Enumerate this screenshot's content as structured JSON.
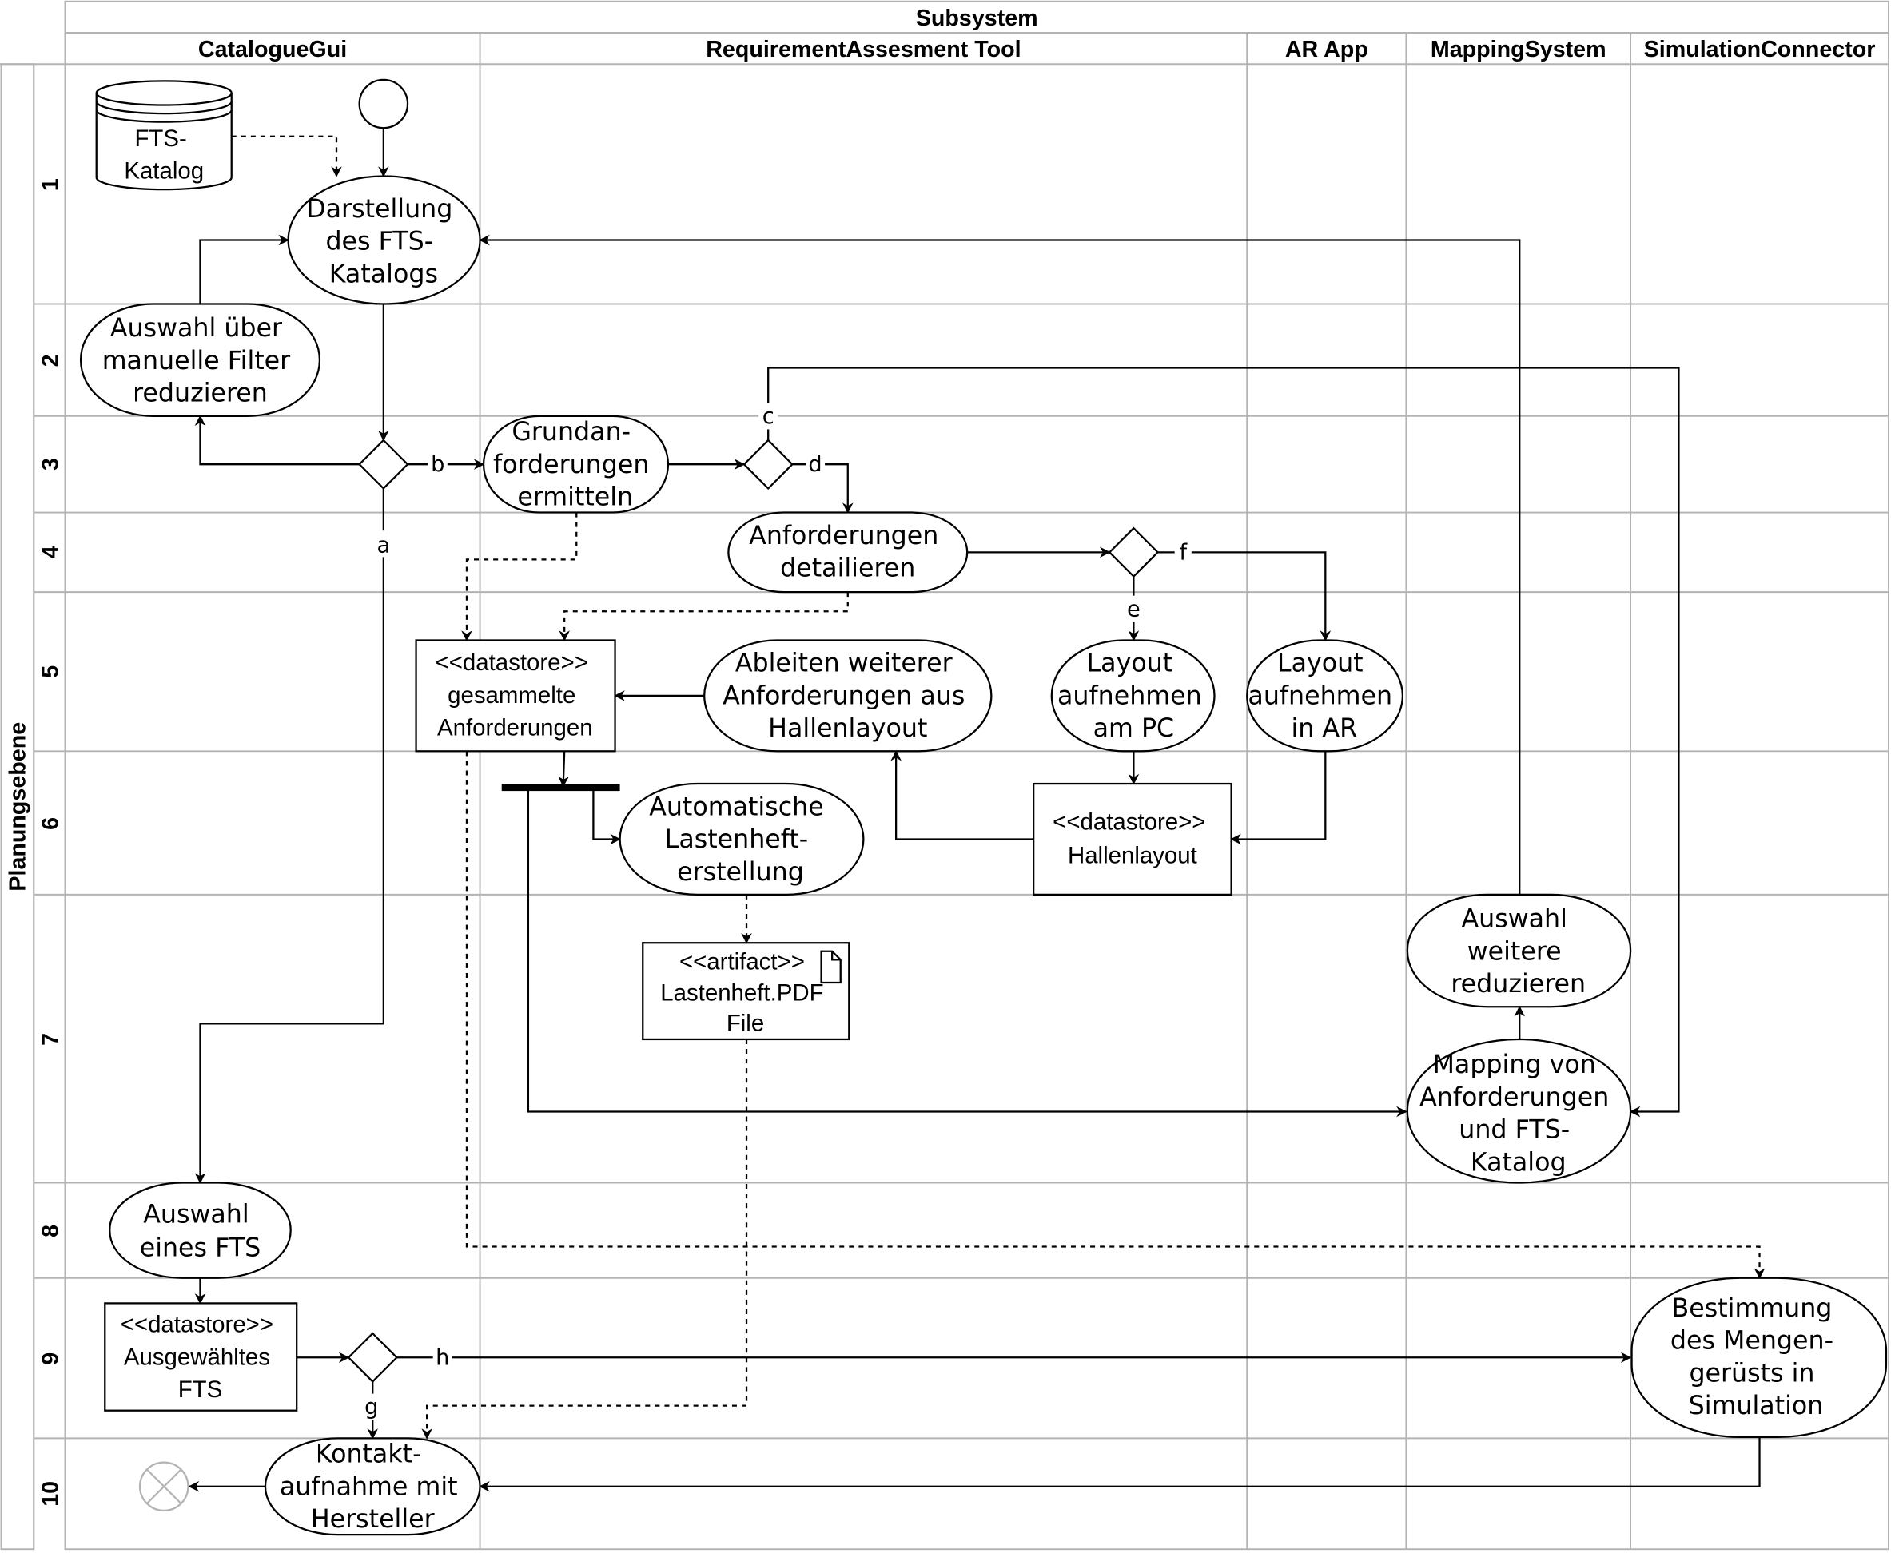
{
  "diagram": {
    "pool_title": "Subsystem",
    "vertical_title": "Planungsebene",
    "lanes": [
      {
        "id": "catalogue-gui",
        "label": "CatalogueGui"
      },
      {
        "id": "requirement-tool",
        "label": "RequirementAssesment Tool"
      },
      {
        "id": "ar-app",
        "label": "AR App"
      },
      {
        "id": "mapping-system",
        "label": "MappingSystem"
      },
      {
        "id": "simulation-connector",
        "label": "SimulationConnector"
      }
    ],
    "rows": [
      "1",
      "2",
      "3",
      "4",
      "5",
      "6",
      "7",
      "8",
      "9",
      "10"
    ],
    "nodes": {
      "catalog_db": [
        "FTS-",
        "Katalog"
      ],
      "display_catalog": [
        "Darstellung",
        "des FTS-",
        "Katalogs"
      ],
      "manual_filter": [
        "Auswahl über",
        "manuelle Filter",
        "reduzieren"
      ],
      "base_requirements": [
        "Grundan-",
        "forderungen",
        "ermitteln"
      ],
      "detail_requirements": [
        "Anforderungen",
        "detailieren"
      ],
      "collected_requirements": [
        "<<datastore>>",
        "gesammelte",
        "Anforderungen"
      ],
      "derive_requirements": [
        "Ableiten weiterer",
        "Anforderungen aus",
        "Hallenlayout"
      ],
      "layout_pc": [
        "Layout",
        "aufnehmen",
        "am PC"
      ],
      "layout_ar": [
        "Layout",
        "aufnehmen",
        "in AR"
      ],
      "auto_spec": [
        "Automatische",
        "Lastenheft-",
        "erstellung"
      ],
      "hall_layout": [
        "<<datastore>>",
        "Hallenlayout"
      ],
      "spec_artifact": [
        "<<artifact>>",
        "Lastenheft.PDF",
        "File"
      ],
      "further_reduce": [
        "Auswahl",
        "weitere",
        "reduzieren"
      ],
      "mapping": [
        "Mapping von",
        "Anforderungen",
        "und FTS-",
        "Katalog"
      ],
      "select_fts": [
        "Auswahl",
        "eines FTS"
      ],
      "selected_fts": [
        "<<datastore>>",
        "Ausgewähltes",
        "FTS"
      ],
      "quantity_sim": [
        "Bestimmung",
        "des Mengen-",
        "gerüsts in",
        "Simulation"
      ],
      "contact": [
        "Kontakt-",
        "aufnahme mit",
        "Hersteller"
      ]
    },
    "edge_labels": {
      "a": "a",
      "b": "b",
      "c": "c",
      "d": "d",
      "e": "e",
      "f": "f",
      "g": "g",
      "h": "h"
    },
    "colors": {
      "grid": "#b3b3b3",
      "stroke": "#000000",
      "end_node": "#b3b3b3",
      "background": "#ffffff"
    }
  }
}
